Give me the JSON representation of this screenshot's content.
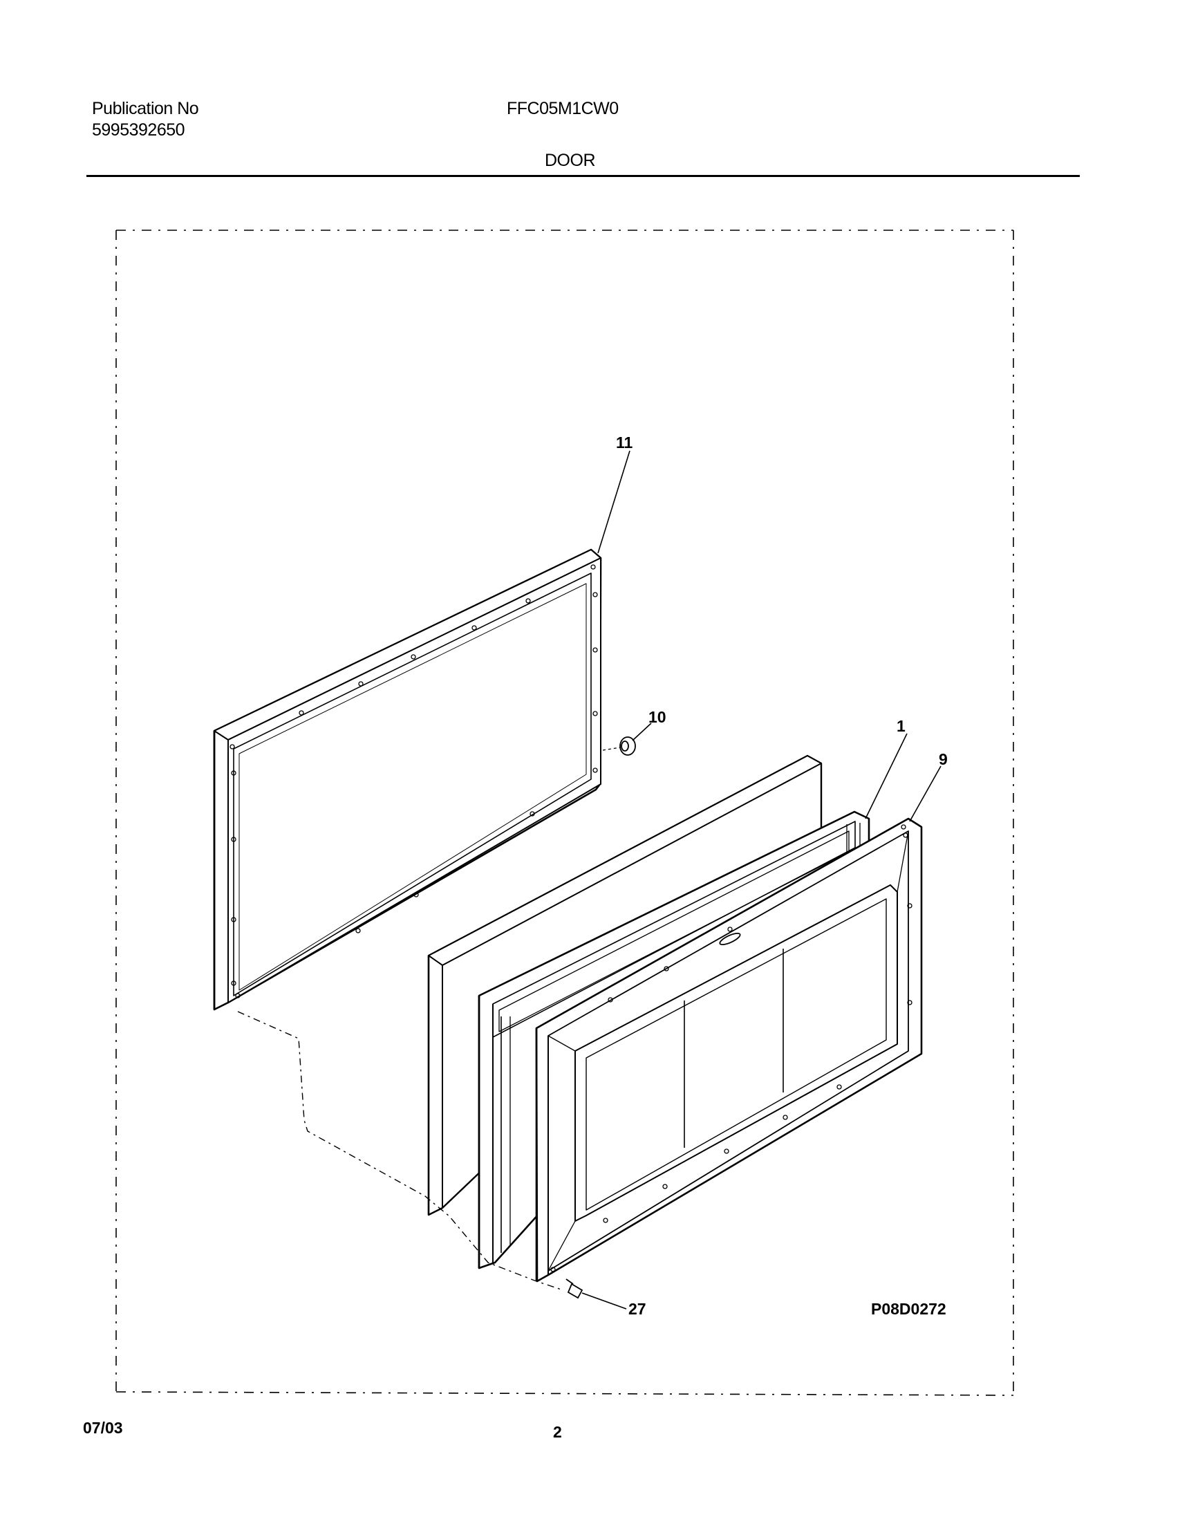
{
  "header": {
    "publication_label": "Publication No",
    "publication_number": "5995392650",
    "model": "FFC05M1CW0",
    "section_title": "DOOR"
  },
  "diagram": {
    "callouts": {
      "part_11": "11",
      "part_10": "10",
      "part_1": "1",
      "part_9": "9",
      "part_27": "27"
    },
    "drawing_code": "P08D0272"
  },
  "footer": {
    "date": "07/03",
    "page_number": "2"
  }
}
